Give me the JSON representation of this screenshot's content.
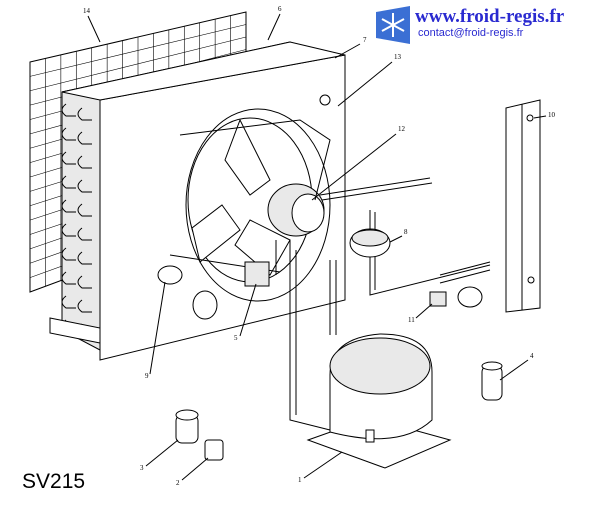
{
  "brand": {
    "url": "www.froid-regis.fr",
    "email": "contact@froid-regis.fr",
    "logo_icon": "snowflake-logo-icon",
    "accent_color": "#2a2ad0"
  },
  "model": "SV215",
  "callouts": [
    {
      "id": "part-1",
      "label": "1"
    },
    {
      "id": "part-2",
      "label": "2"
    },
    {
      "id": "part-3",
      "label": "3"
    },
    {
      "id": "part-4",
      "label": "4"
    },
    {
      "id": "part-5",
      "label": "5"
    },
    {
      "id": "part-6",
      "label": "6"
    },
    {
      "id": "part-7",
      "label": "7"
    },
    {
      "id": "part-8",
      "label": "8"
    },
    {
      "id": "part-9",
      "label": "9"
    },
    {
      "id": "part-10",
      "label": "10"
    },
    {
      "id": "part-11",
      "label": "11"
    },
    {
      "id": "part-12",
      "label": "12"
    },
    {
      "id": "part-13",
      "label": "13"
    },
    {
      "id": "part-14",
      "label": "14"
    }
  ]
}
